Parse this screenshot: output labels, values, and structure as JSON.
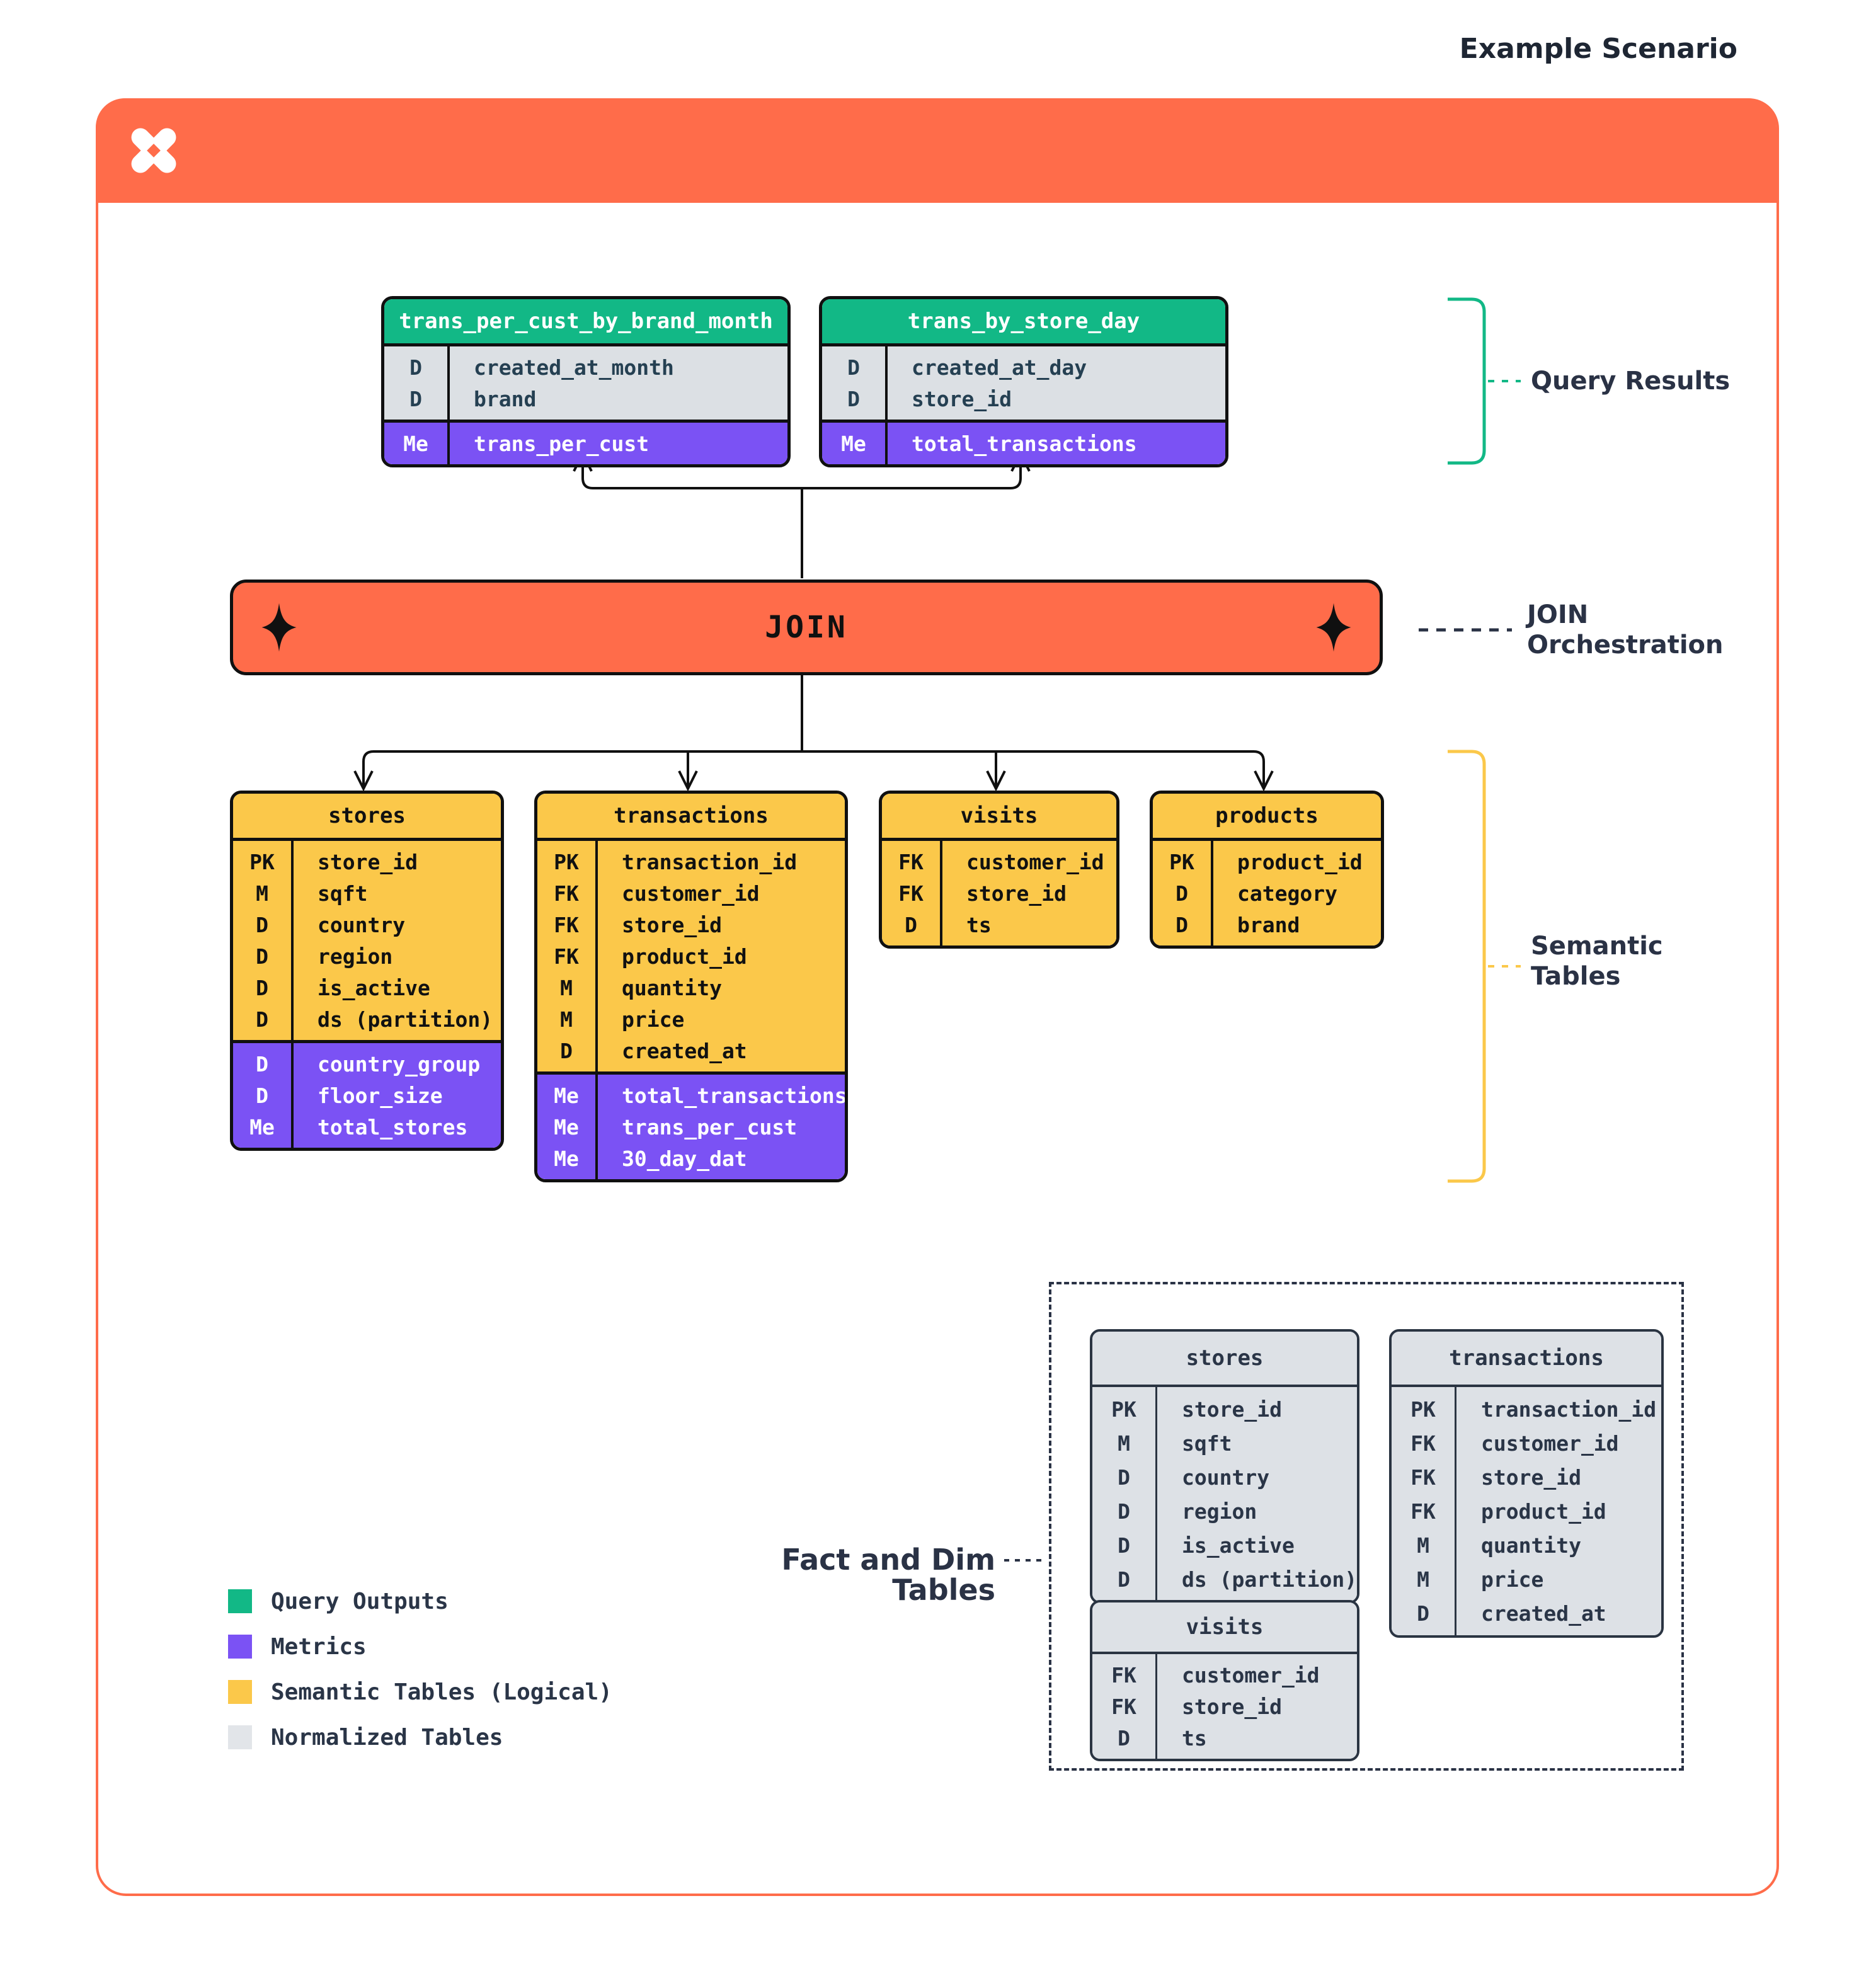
{
  "header": {
    "title": "Example Scenario"
  },
  "join": {
    "label": "JOIN"
  },
  "annotations": {
    "query_results": "Query Results",
    "join_orchestration": [
      "JOIN",
      "Orchestration"
    ],
    "semantic_tables": [
      "Semantic",
      "Tables"
    ],
    "fact_and_dim": "Fact and Dim Tables"
  },
  "query_tables": [
    {
      "name": "trans_per_cust_by_brand_month",
      "sections": [
        {
          "style": "dim",
          "rows": [
            [
              "D",
              "created_at_month"
            ],
            [
              "D",
              "brand"
            ]
          ]
        },
        {
          "style": "metric",
          "rows": [
            [
              "Me",
              "trans_per_cust"
            ]
          ]
        }
      ]
    },
    {
      "name": "trans_by_store_day",
      "sections": [
        {
          "style": "dim",
          "rows": [
            [
              "D",
              "created_at_day"
            ],
            [
              "D",
              "store_id"
            ]
          ]
        },
        {
          "style": "metric",
          "rows": [
            [
              "Me",
              "total_transactions"
            ]
          ]
        }
      ]
    }
  ],
  "semantic_tables": [
    {
      "name": "stores",
      "sections": [
        {
          "style": "dim",
          "rows": [
            [
              "PK",
              "store_id"
            ],
            [
              "M",
              "sqft"
            ],
            [
              "D",
              "country"
            ],
            [
              "D",
              "region"
            ],
            [
              "D",
              "is_active"
            ],
            [
              "D",
              "ds (partition)"
            ]
          ]
        },
        {
          "style": "metric",
          "rows": [
            [
              "D",
              "country_group"
            ],
            [
              "D",
              "floor_size"
            ],
            [
              "Me",
              "total_stores"
            ]
          ]
        }
      ]
    },
    {
      "name": "transactions",
      "sections": [
        {
          "style": "dim",
          "rows": [
            [
              "PK",
              "transaction_id"
            ],
            [
              "FK",
              "customer_id"
            ],
            [
              "FK",
              "store_id"
            ],
            [
              "FK",
              "product_id"
            ],
            [
              "M",
              "quantity"
            ],
            [
              "M",
              "price"
            ],
            [
              "D",
              "created_at"
            ]
          ]
        },
        {
          "style": "metric",
          "rows": [
            [
              "Me",
              "total_transactions"
            ],
            [
              "Me",
              "trans_per_cust"
            ],
            [
              "Me",
              "30_day_dat"
            ]
          ]
        }
      ]
    },
    {
      "name": "visits",
      "sections": [
        {
          "style": "dim",
          "rows": [
            [
              "FK",
              "customer_id"
            ],
            [
              "FK",
              "store_id"
            ],
            [
              "D",
              "ts"
            ]
          ]
        }
      ]
    },
    {
      "name": "products",
      "sections": [
        {
          "style": "dim",
          "rows": [
            [
              "PK",
              "product_id"
            ],
            [
              "D",
              "category"
            ],
            [
              "D",
              "brand"
            ]
          ]
        }
      ]
    }
  ],
  "normalized_tables": [
    {
      "name": "stores",
      "sections": [
        {
          "style": "dim",
          "rows": [
            [
              "PK",
              "store_id"
            ],
            [
              "M",
              "sqft"
            ],
            [
              "D",
              "country"
            ],
            [
              "D",
              "region"
            ],
            [
              "D",
              "is_active"
            ],
            [
              "D",
              "ds (partition)"
            ]
          ]
        }
      ]
    },
    {
      "name": "transactions",
      "sections": [
        {
          "style": "dim",
          "rows": [
            [
              "PK",
              "transaction_id"
            ],
            [
              "FK",
              "customer_id"
            ],
            [
              "FK",
              "store_id"
            ],
            [
              "FK",
              "product_id"
            ],
            [
              "M",
              "quantity"
            ],
            [
              "M",
              "price"
            ],
            [
              "D",
              "created_at"
            ]
          ]
        }
      ]
    },
    {
      "name": "visits",
      "sections": [
        {
          "style": "dim",
          "rows": [
            [
              "FK",
              "customer_id"
            ],
            [
              "FK",
              "store_id"
            ],
            [
              "D",
              "ts"
            ]
          ]
        }
      ]
    }
  ],
  "legend": {
    "items": [
      {
        "label": "Query Outputs",
        "color": "#12B886"
      },
      {
        "label": "Metrics",
        "color": "#7B52F4"
      },
      {
        "label": "Semantic Tables (Logical)",
        "color": "#FBC84A"
      },
      {
        "label": "Normalized Tables",
        "color": "#E2E5E9"
      }
    ]
  },
  "colors": {
    "orange": "#FF6C4A",
    "green": "#12B886",
    "purple": "#7B52F4",
    "yellow": "#FBC84A",
    "gray": "#DDE1E6",
    "navy": "#2A3245"
  }
}
